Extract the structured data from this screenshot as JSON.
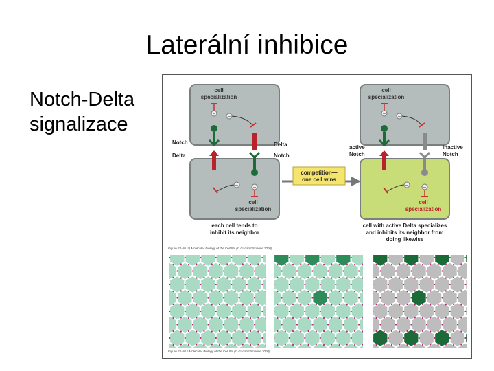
{
  "slide": {
    "title": "Laterální inhibice",
    "subtitle_line1": "Notch-Delta",
    "subtitle_line2": "signalizace"
  },
  "figure": {
    "left_panel": {
      "top_cell_label": [
        "cell",
        "specialization"
      ],
      "bottom_cell_label": [
        "cell",
        "specialization"
      ],
      "notch_label": "Notch",
      "delta_left_label": "Delta",
      "delta_right_label": "Delta",
      "notch_right_label": "Notch",
      "caption": [
        "each cell tends to",
        "inhibit its neighbor"
      ]
    },
    "competition": [
      "competition—",
      "one cell wins"
    ],
    "right_panel": {
      "top_cell_label": [
        "cell",
        "specialization"
      ],
      "bottom_cell_label": [
        "cell",
        "specialization"
      ],
      "active_notch_label": [
        "active",
        "Notch"
      ],
      "inactive_notch_label": [
        "inactive",
        "Notch"
      ],
      "caption": [
        "cell with active Delta specializes",
        "and inhibits its neighbor from",
        "doing likewise"
      ]
    },
    "credit_top": "Figure 22-60 (a) Molecular Biology of the Cell 5/e (© Garland Science 2008)",
    "credit_bottom": "Figure 22-60 b Molecular Biology of the Cell 5/e (© Garland Science 2008)",
    "colors": {
      "cell_gray": "#b5bcbc",
      "cell_green": "#c8dc78",
      "delta_red": "#b8242a",
      "notch_green": "#1e6b3a",
      "inhibit_red": "#c83232",
      "competition_yellow": "#f5e46e",
      "hex_light": "#a8dac4",
      "hex_dark": "#2e8c5a",
      "hex_gray": "#bdbdbd",
      "hex_darkest": "#1a6b38",
      "arrow_magenta": "#b8287a"
    }
  }
}
